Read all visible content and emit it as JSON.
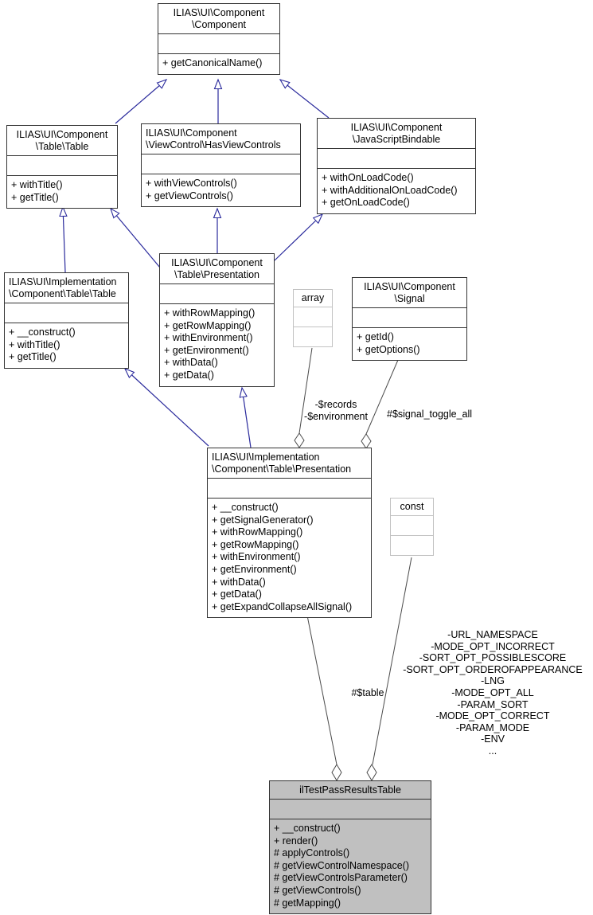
{
  "diagram": {
    "type": "uml-collaboration-diagram",
    "classes": {
      "component": {
        "title": "ILIAS\\UI\\Component\n\\Component",
        "methods": [
          "+ getCanonicalName()"
        ]
      },
      "tableTable": {
        "title": "ILIAS\\UI\\Component\n\\Table\\Table",
        "methods": [
          "+ withTitle()",
          "+ getTitle()"
        ]
      },
      "hasViewControls": {
        "title": "ILIAS\\UI\\Component\n\\ViewControl\\HasViewControls",
        "methods": [
          "+ withViewControls()",
          "+ getViewControls()"
        ]
      },
      "javaScriptBindable": {
        "title": "ILIAS\\UI\\Component\n\\JavaScriptBindable",
        "methods": [
          "+ withOnLoadCode()",
          "+ withAdditionalOnLoadCode()",
          "+ getOnLoadCode()"
        ]
      },
      "implTableTable": {
        "title": "ILIAS\\UI\\Implementation\n\\Component\\Table\\Table",
        "methods": [
          "+ __construct()",
          "+ withTitle()",
          "+ getTitle()"
        ]
      },
      "presentation": {
        "title": "ILIAS\\UI\\Component\n\\Table\\Presentation",
        "methods": [
          "+ withRowMapping()",
          "+ getRowMapping()",
          "+ withEnvironment()",
          "+ getEnvironment()",
          "+ withData()",
          "+ getData()"
        ]
      },
      "array": {
        "title": "array"
      },
      "signal": {
        "title": "ILIAS\\UI\\Component\n\\Signal",
        "methods": [
          "+ getId()",
          "+ getOptions()"
        ]
      },
      "implPresentation": {
        "title": "ILIAS\\UI\\Implementation\n\\Component\\Table\\Presentation",
        "methods": [
          "+ __construct()",
          "+ getSignalGenerator()",
          "+ withRowMapping()",
          "+ getRowMapping()",
          "+ withEnvironment()",
          "+ getEnvironment()",
          "+ withData()",
          "+ getData()",
          "+ getExpandCollapseAllSignal()"
        ]
      },
      "const": {
        "title": "const"
      },
      "ilTestPassResultsTable": {
        "title": "ilTestPassResultsTable",
        "methods": [
          "+ __construct()",
          "+ render()",
          "# applyControls()",
          "# getViewControlNamespace()",
          "# getViewControlsParameter()",
          "# getViewControls()",
          "# getMapping()"
        ]
      }
    },
    "edge_labels": {
      "records_environment": "-$records\n-$environment",
      "signal_toggle_all": "#$signal_toggle_all",
      "table": "#$table",
      "constants": "-URL_NAMESPACE\n-MODE_OPT_INCORRECT\n-SORT_OPT_POSSIBLESCORE\n-SORT_OPT_ORDEROFAPPEARANCE\n-LNG\n-MODE_OPT_ALL\n-PARAM_SORT\n-MODE_OPT_CORRECT\n-PARAM_MODE\n-ENV\n..."
    },
    "colors": {
      "inheritance": "#2a2a9c",
      "aggregation": "#4a4a4a",
      "box_border": "#333333",
      "muted_border": "#c2c2c2",
      "current_class_fill": "#c0c0c0"
    }
  }
}
